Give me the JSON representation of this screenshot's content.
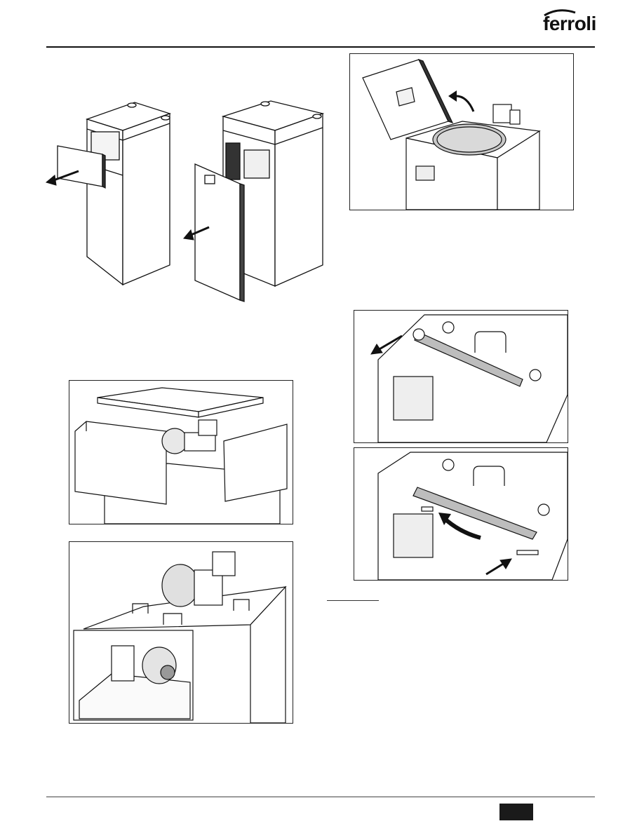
{
  "header": {
    "brand": "ferroli"
  },
  "figures": [
    {
      "id": "fig-cabinet-front-panels",
      "icon": "boiler-cabinet-panel-removal-illustration"
    },
    {
      "id": "fig-combustion-chamber-lid-open",
      "icon": "chamber-lid-open-illustration"
    },
    {
      "id": "fig-top-cover-and-side-panels",
      "icon": "top-cover-removal-illustration"
    },
    {
      "id": "fig-fan-and-gas-valve",
      "icon": "fan-gas-valve-illustration"
    },
    {
      "id": "fig-hinge-bar-removal",
      "icon": "hinge-bar-removal-illustration"
    },
    {
      "id": "fig-hinge-bar-refit",
      "icon": "hinge-bar-refit-illustration"
    }
  ],
  "colors": {
    "page": "#ffffff",
    "ink": "#111111",
    "bar_fill": "#bdbdbd",
    "mesh": "#c8c8c8"
  }
}
